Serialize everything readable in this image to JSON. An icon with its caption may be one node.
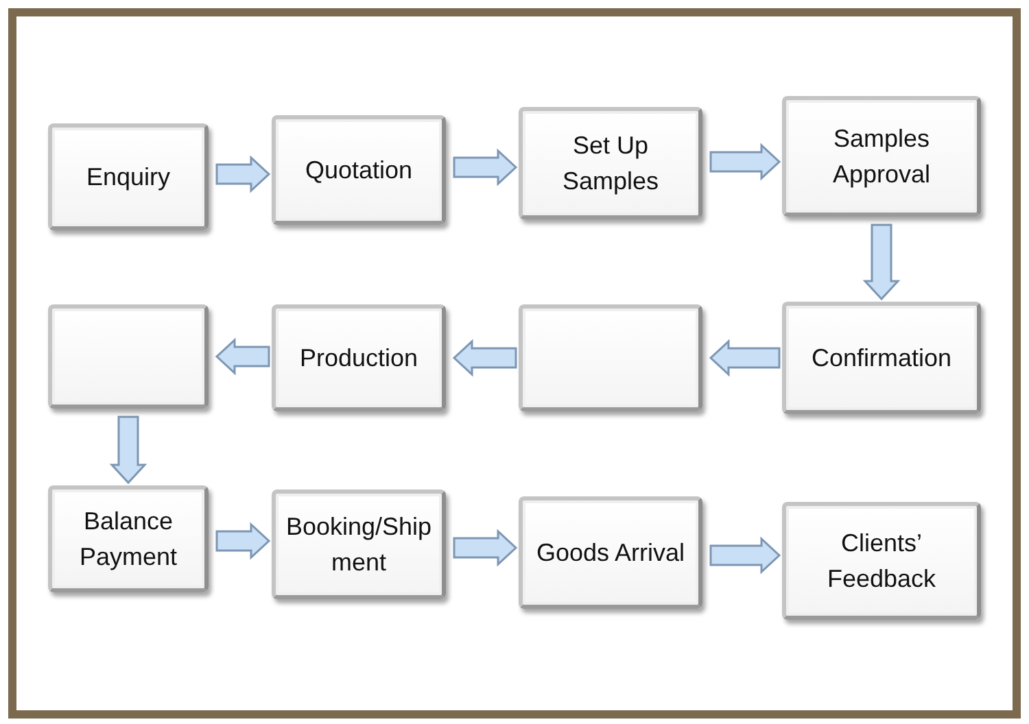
{
  "diagram": {
    "nodes": [
      {
        "text": [
          "Enquiry"
        ]
      },
      {
        "text": [
          "Quotation"
        ]
      },
      {
        "text": [
          "Set Up Samples"
        ]
      },
      {
        "text": [
          "Samples Approval"
        ]
      },
      {
        "text": [],
        "shape": "box"
      },
      {
        "text": [
          "Production"
        ]
      },
      {
        "text": [],
        "shape": "box"
      },
      {
        "text": [
          "Confirmation"
        ]
      },
      {
        "text": [
          "Balance Payment"
        ]
      },
      {
        "text": [
          "Booking/Shipment"
        ]
      },
      {
        "text": [
          "Goods Arrival"
        ]
      },
      {
        "text": [
          "Clients’ Feedback"
        ]
      }
    ],
    "edges": [
      {
        "from": 0,
        "to": 1,
        "arrow": "to"
      },
      {
        "from": 1,
        "to": 2,
        "arrow": "to"
      },
      {
        "from": 2,
        "to": 3,
        "arrow": "to"
      },
      {
        "from": 3,
        "to": 7,
        "arrow": "to"
      },
      {
        "from": 7,
        "to": 6,
        "arrow": "to"
      },
      {
        "from": 6,
        "to": 5,
        "arrow": "to"
      },
      {
        "from": 5,
        "to": 4,
        "arrow": "to"
      },
      {
        "from": 4,
        "to": 8,
        "arrow": "to"
      },
      {
        "from": 8,
        "to": 9,
        "arrow": "to"
      },
      {
        "from": 9,
        "to": 10,
        "arrow": "to"
      },
      {
        "from": 10,
        "to": 11,
        "arrow": "to"
      }
    ]
  }
}
